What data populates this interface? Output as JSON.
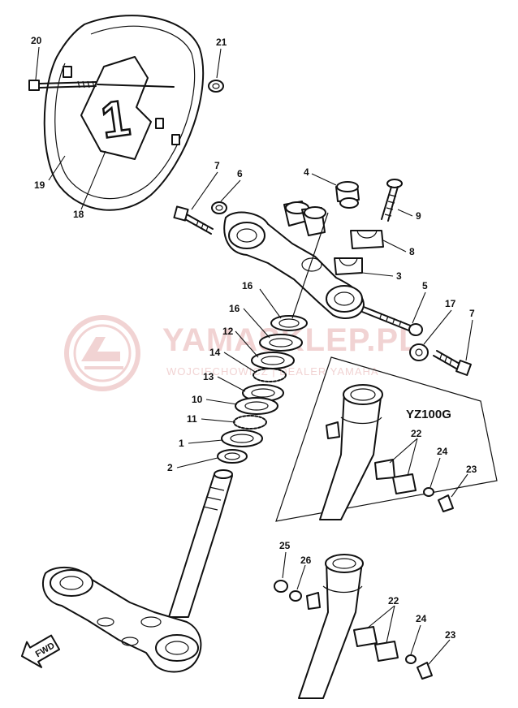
{
  "watermark": {
    "brand": "YAMASKLEP.PL",
    "tagline": "WOJCIECHOWICZ | DEALER YAMAHA"
  },
  "inset": {
    "model_label": "YZ100G"
  },
  "fwd_label": "FWD",
  "plate_number": "1",
  "callouts": {
    "c20": "20",
    "c21": "21",
    "c19": "19",
    "c18": "18",
    "c7a": "7",
    "c6": "6",
    "c4": "4",
    "c9": "9",
    "c8": "8",
    "c3": "3",
    "c5": "5",
    "c17": "17",
    "c7b": "7",
    "c16a": "16",
    "c16b": "16",
    "c12": "12",
    "c14": "14",
    "c13": "13",
    "c10": "10",
    "c11": "11",
    "c1": "1",
    "c2": "2",
    "c22a": "22",
    "c24a": "24",
    "c23a": "23",
    "c25": "25",
    "c26": "26",
    "c22b": "22",
    "c24b": "24",
    "c23b": "23"
  },
  "colors": {
    "ink": "#111111",
    "watermark": "#f1d3d3",
    "background": "#ffffff"
  }
}
